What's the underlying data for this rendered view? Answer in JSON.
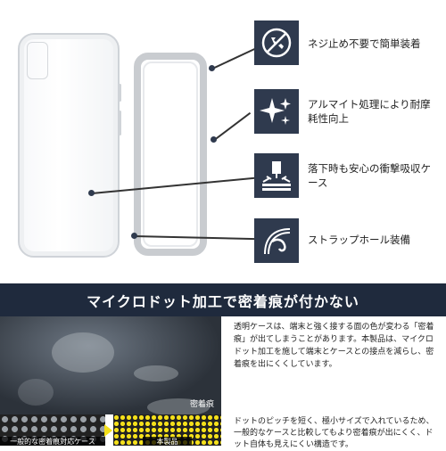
{
  "features": [
    {
      "icon": "no-screw-icon",
      "text": "ネジ止め不要で簡単装着"
    },
    {
      "icon": "sparkle-icon",
      "text": "アルマイト処理により耐摩耗性向上"
    },
    {
      "icon": "impact-icon",
      "text": "落下時も安心の衝撃吸収ケース"
    },
    {
      "icon": "strap-hole-icon",
      "text": "ストラップホール装備"
    }
  ],
  "banner": {
    "title": "マイクロドット加工で密着痕が付かない"
  },
  "photo": {
    "label": "密着痕"
  },
  "description": "透明ケースは、端末と強く接する面の色が変わる「密着痕」が出てしまうことがあります。本製品は、マイクロドット加工を施して端末とケースとの接点を減らし、密着痕を出にくくしています。",
  "patterns": {
    "left_label": "一般的な密着痕対応ケース",
    "right_label": "本製品"
  },
  "description2": "ドットのピッチを短く、極小サイズで入れているため、一般的なケースと比較してもより密着痕が出にくく、ドット自体も見えにくい構造です。",
  "colors": {
    "navy": "#2f3a4e",
    "banner": "#1f2a3d",
    "yellow": "#f5e01a"
  }
}
